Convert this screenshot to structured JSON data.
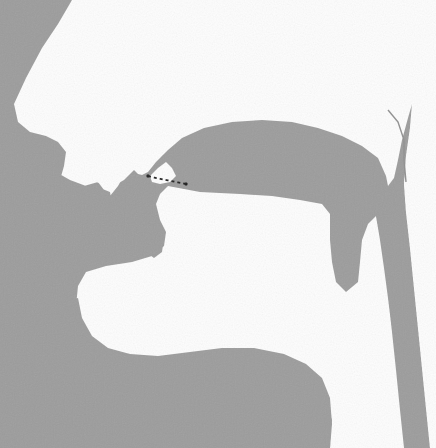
{
  "diagram": {
    "type": "mid-sagittal-vocal-tract-illustration",
    "colors": {
      "background": "#ffffff",
      "tissue": "#9b9b9b",
      "tissue_shade": "#8e8e8e",
      "airway": "#ffffff",
      "marker": "#1a1a1a"
    },
    "structures": [
      "head-profile",
      "upper-lip",
      "lower-lip",
      "upper-teeth",
      "lower-teeth",
      "alveolar-ridge",
      "tongue",
      "tongue-tip",
      "tongue-back",
      "hard-palate",
      "velum",
      "uvula",
      "pharynx",
      "epiglottis",
      "larynx",
      "oral-cavity",
      "nasal-cavity",
      "place-of-articulation-marker"
    ],
    "marker_style": "dashed-dotted"
  }
}
